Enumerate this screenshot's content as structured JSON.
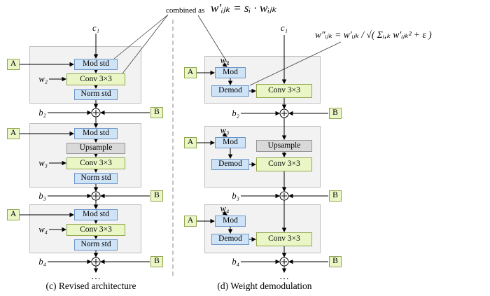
{
  "colors": {
    "blue_fill": "#cfe3f7",
    "blue_stroke": "#6c96c8",
    "green_fill": "#eaf6c5",
    "green_stroke": "#92a74e",
    "gray_fill": "#d9d9d9",
    "gray_stroke": "#979797",
    "panel_fill": "#f2f2f2",
    "panel_stroke": "#c0c0c0"
  },
  "callout": {
    "combined_as": "combined as",
    "formula_combined": "w′ᵢⱼₖ = sᵢ · wᵢⱼₖ",
    "formula_demod": "w″ᵢⱼₖ = w′ᵢⱼₖ / √( Σᵢ,ₖ w′ᵢⱼₖ² + ε )"
  },
  "left": {
    "caption": "(c) Revised architecture",
    "input": "c₁",
    "ellipsis": "…",
    "blocks": [
      {
        "a": "A",
        "mod": "Mod std",
        "weight": "w₂",
        "conv": "Conv 3×3",
        "norm": "Norm std"
      },
      {
        "a": "A",
        "mod": "Mod std",
        "upsample": "Upsample",
        "weight": "w₃",
        "conv": "Conv 3×3",
        "norm": "Norm std"
      },
      {
        "a": "A",
        "mod": "Mod std",
        "weight": "w₄",
        "conv": "Conv 3×3",
        "norm": "Norm std"
      }
    ],
    "noise": [
      {
        "bias": "b₂",
        "noise": "B"
      },
      {
        "bias": "b₃",
        "noise": "B"
      },
      {
        "bias": "b₄",
        "noise": "B"
      }
    ]
  },
  "right": {
    "caption": "(d) Weight demodulation",
    "input": "c₁",
    "ellipsis": "…",
    "blocks": [
      {
        "a": "A",
        "weight": "w₂",
        "mod": "Mod",
        "demod": "Demod",
        "conv": "Conv 3×3"
      },
      {
        "a": "A",
        "weight": "w₃",
        "mod": "Mod",
        "upsample": "Upsample",
        "demod": "Demod",
        "conv": "Conv 3×3"
      },
      {
        "a": "A",
        "weight": "w₄",
        "mod": "Mod",
        "demod": "Demod",
        "conv": "Conv 3×3"
      }
    ],
    "noise": [
      {
        "bias": "b₂",
        "noise": "B"
      },
      {
        "bias": "b₃",
        "noise": "B"
      },
      {
        "bias": "b₄",
        "noise": "B"
      }
    ]
  }
}
